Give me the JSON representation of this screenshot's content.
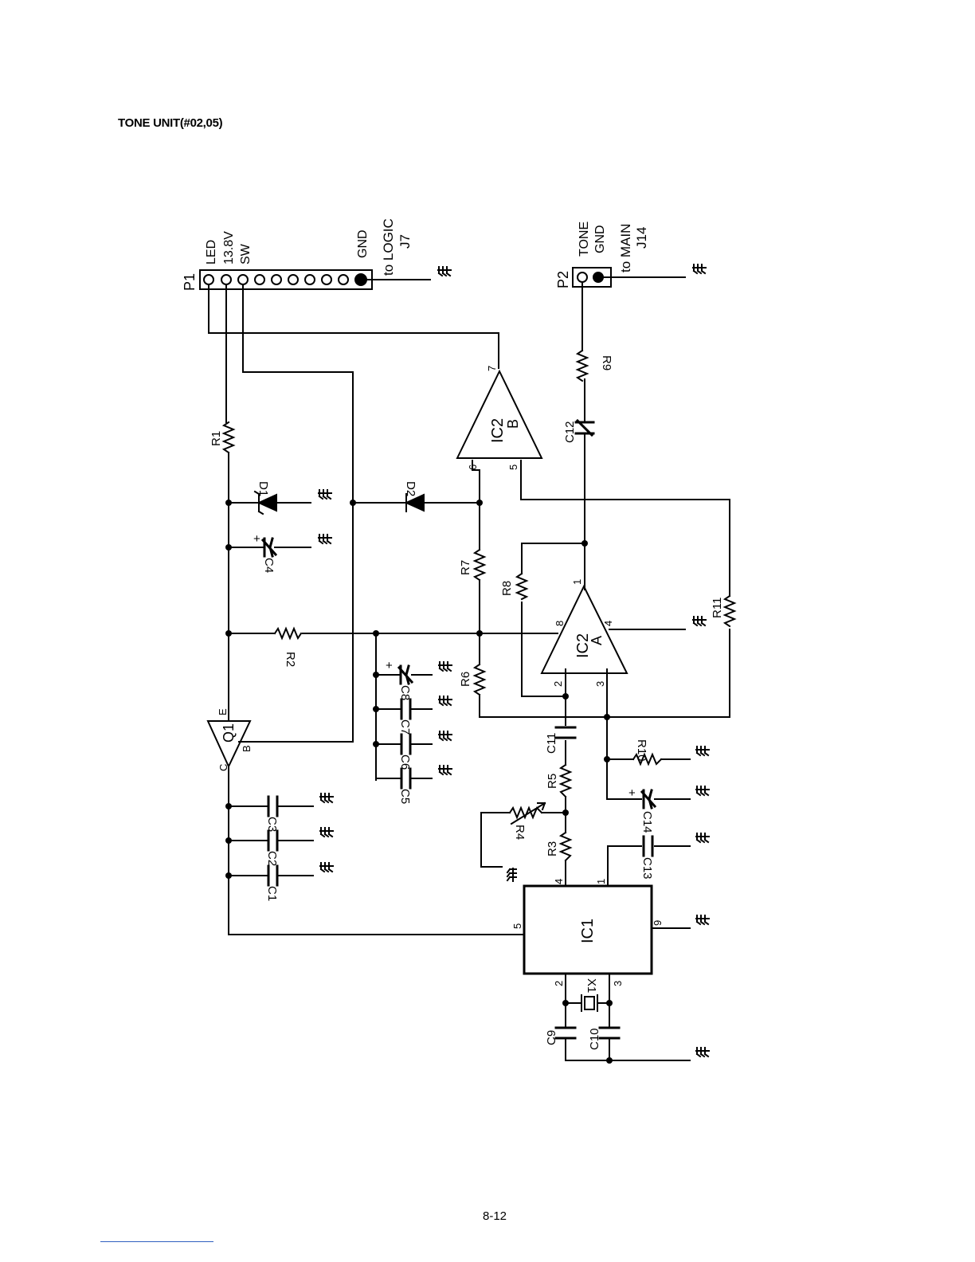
{
  "page": {
    "title": "TONE UNIT(#02,05)",
    "page_number": "8-12"
  },
  "connectors": {
    "p1": {
      "ref": "P1",
      "pins": [
        "LED",
        "13.8V",
        "SW",
        "GND"
      ],
      "destination": "to LOGIC",
      "destination_jack": "J7"
    },
    "p2": {
      "ref": "P2",
      "pins": [
        "TONE",
        "GND"
      ],
      "destination": "to MAIN",
      "destination_jack": "J14"
    }
  },
  "components": {
    "resistors": [
      "R1",
      "R2",
      "R3",
      "R4",
      "R5",
      "R6",
      "R7",
      "R8",
      "R9",
      "R10",
      "R11"
    ],
    "capacitors": [
      "C1",
      "C2",
      "C3",
      "C4",
      "C5",
      "C6",
      "C7",
      "C8",
      "C9",
      "C10",
      "C11",
      "C12",
      "C13",
      "C14"
    ],
    "diodes": [
      "D1",
      "D2"
    ],
    "transistor": {
      "ref": "Q1",
      "pins": [
        "E",
        "B",
        "C"
      ]
    },
    "ic1": {
      "ref": "IC1",
      "pins": [
        "4",
        "1",
        "5",
        "9",
        "2",
        "3"
      ]
    },
    "ic2a": {
      "ref": "IC2",
      "unit": "A",
      "pins": [
        "1",
        "8",
        "4",
        "2",
        "3"
      ]
    },
    "ic2b": {
      "ref": "IC2",
      "unit": "B",
      "pins": [
        "7",
        "6",
        "5"
      ]
    },
    "crystal": "X1",
    "polarity_mark": "+"
  }
}
